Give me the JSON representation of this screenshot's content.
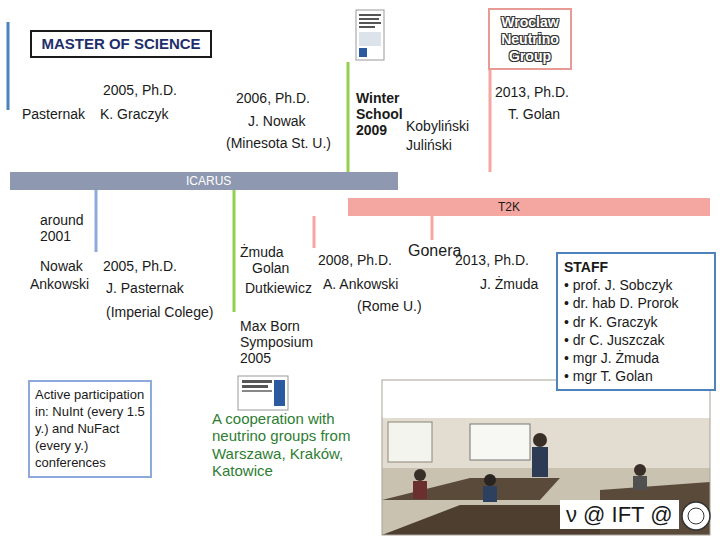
{
  "diagram": {
    "nodes": [
      {
        "text": [
          "MASTER OF SCIENCE"
        ]
      },
      {
        "text": [
          "Wroclaw Neutrino Group"
        ]
      },
      {
        "text": [
          "ICARUS"
        ]
      },
      {
        "text": [
          "T2K"
        ]
      },
      {
        "text": [
          "Active participation in: NuInt (every 1.5 y.) and NuFact (every y.) conferences"
        ]
      },
      {
        "text": [
          "STAFF",
          "• prof. J. Sobczyk",
          "• dr. hab D. Prorok",
          "• dr K. Graczyk",
          "• dr C. Juszczak",
          "• mgr J. Żmuda",
          "• mgr T. Golan"
        ]
      }
    ],
    "labels": [
      "2005, Ph.D.",
      "Pasternak",
      "K. Graczyk",
      "2006, Ph.D.",
      "J. Nowak",
      "(Minesota St. U.)",
      "Winter School 2009",
      "2013, Ph.D.",
      "T. Golan",
      "Kobyliński",
      "Juliński",
      "around 2001",
      "Nowak",
      "Ankowski",
      "2005, Ph.D.",
      "J. Pasternak",
      "(Imperial Colege)",
      "Żmuda",
      "Golan",
      "Dutkiewicz",
      "2008, Ph.D.",
      "Gonera",
      "A. Ankowski",
      "(Rome U.)",
      "2013, Ph.D.",
      "J. Żmuda",
      "Max Born Symposium 2005",
      "A cooperation with neutrino groups from Warszawa, Kraków, Katowice",
      "ν @ IFT @"
    ]
  }
}
